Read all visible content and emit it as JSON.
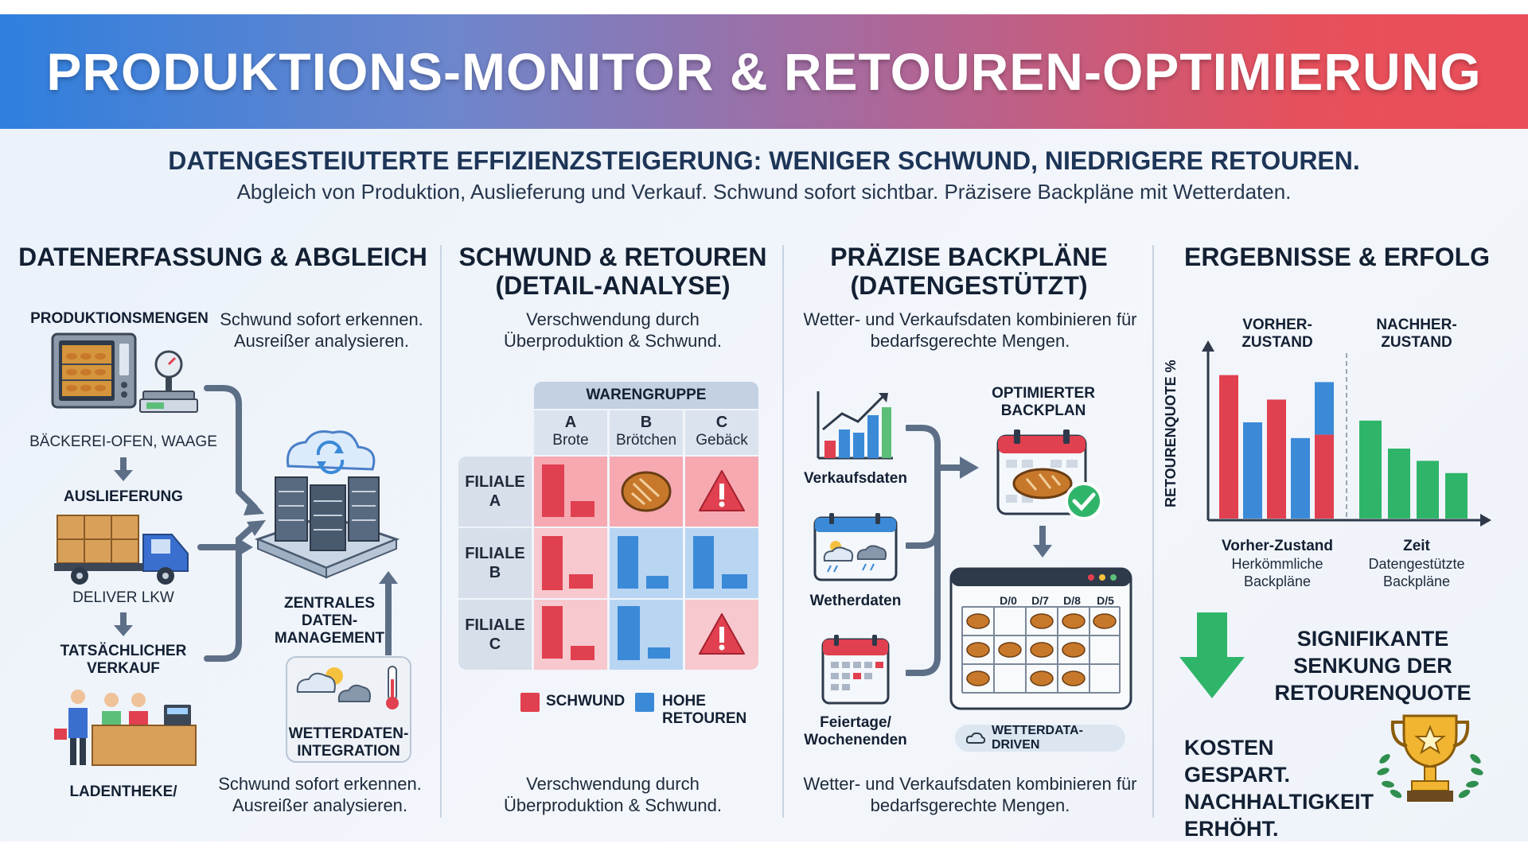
{
  "header": {
    "title": "PRODUKTIONS-MONITOR & RETOUREN-OPTIMIERUNG",
    "subtitle": "DATENGESTEIUTERTE EFFIZIENZSTEIGERUNG: WENIGER SCHWUND, NIEDRIGERE RETOUREN.",
    "description": "Abgleich  von Produktion, Auslieferung und Verkauf. Schwund sofort sichtbar. Präzisere Backpläne mit Wetterdaten."
  },
  "col1": {
    "title": "DATENERFASSUNG & ABGLEICH",
    "production_label": "PRODUKTIONSMENGEN",
    "note_top": "Schwund sofort erkennen. Ausreißer analysieren.",
    "oven_label": "BÄCKEREI-OFEN, WAAGE",
    "delivery_label": "AUSLIEFERUNG",
    "truck_label": "DELIVER LKW",
    "sales_label": "TATSÄCHLICHER VERKAUF",
    "counter_label": "LADENTHEKE/",
    "central_label": "ZENTRALES DATEN-MANAGEMENT",
    "weather_label": "WETTERDATEN-INTEGRATION",
    "note_bottom": "Schwund sofort erkennen. Ausreißer analysieren."
  },
  "col2": {
    "title": "SCHWUND & RETOUREN (DETAIL-ANALYSE)",
    "note_top": "Verschwendung durch Überproduktion & Schwund.",
    "group_header": "WARENGRUPPE",
    "columns": [
      {
        "key": "A",
        "name": "Brote"
      },
      {
        "key": "B",
        "name": "Brötchen"
      },
      {
        "key": "C",
        "name": "Gebäck"
      }
    ],
    "rows": [
      "FILIALE A",
      "FILIALE B",
      "FILIALE C"
    ],
    "legend_schwund": "SCHWUND",
    "legend_retouren": "HOHE RETOUREN",
    "note_bottom": "Verschwendung durch Überproduktion & Schwund.",
    "colors": {
      "schwund": "#e0404f",
      "retouren": "#3a8ad8"
    }
  },
  "col3": {
    "title": "PRÄZISE BACKPLÄNE (DATENGESTÜTZT)",
    "note_top": "Wetter- und Verkaufsdaten kombinieren für bedarfsgerechte Mengen.",
    "sales_label": "Verkaufsdaten",
    "weather_label": "Wetherdaten",
    "holiday_label": "Feiertage/ Wochenenden",
    "plan_label": "OPTIMIERTER BACKPLAN",
    "plan_columns": [
      "D/0",
      "D/7",
      "D/8",
      "D/5"
    ],
    "badge": "WETTERDATA-DRIVEN",
    "note_bottom": "Wetter- und Verkaufsdaten kombinieren für bedarfsgerechte Mengen."
  },
  "col4": {
    "title": "ERGEBNISSE & ERFOLG",
    "before_head": "VORHER-ZUSTAND",
    "after_head": "NACHHER-ZUSTAND",
    "ylabel": "RETOURENQUOTE %",
    "x_before_title": "Vorher-Zustand",
    "x_before_sub": "Herkömmliche Backpläne",
    "x_after_title": "Zeit",
    "x_after_sub": "Datengestützte Backpläne",
    "reduction": "SIGNIFIKANTE SENKUNG DER RETOURENQUOTE",
    "outcome": "KOSTEN GESPART. NACHHALTIGKEIT ERHÖHT."
  },
  "chart_data": {
    "type": "bar",
    "ylabel": "RETOURENQUOTE %",
    "before": [
      {
        "red": 82,
        "blue": 0
      },
      {
        "red": 0,
        "blue": 55
      },
      {
        "red": 68,
        "blue": 0
      },
      {
        "red": 0,
        "blue": 46
      },
      {
        "red": 48,
        "blue": 30
      }
    ],
    "after": [
      56,
      40,
      33,
      26
    ]
  }
}
